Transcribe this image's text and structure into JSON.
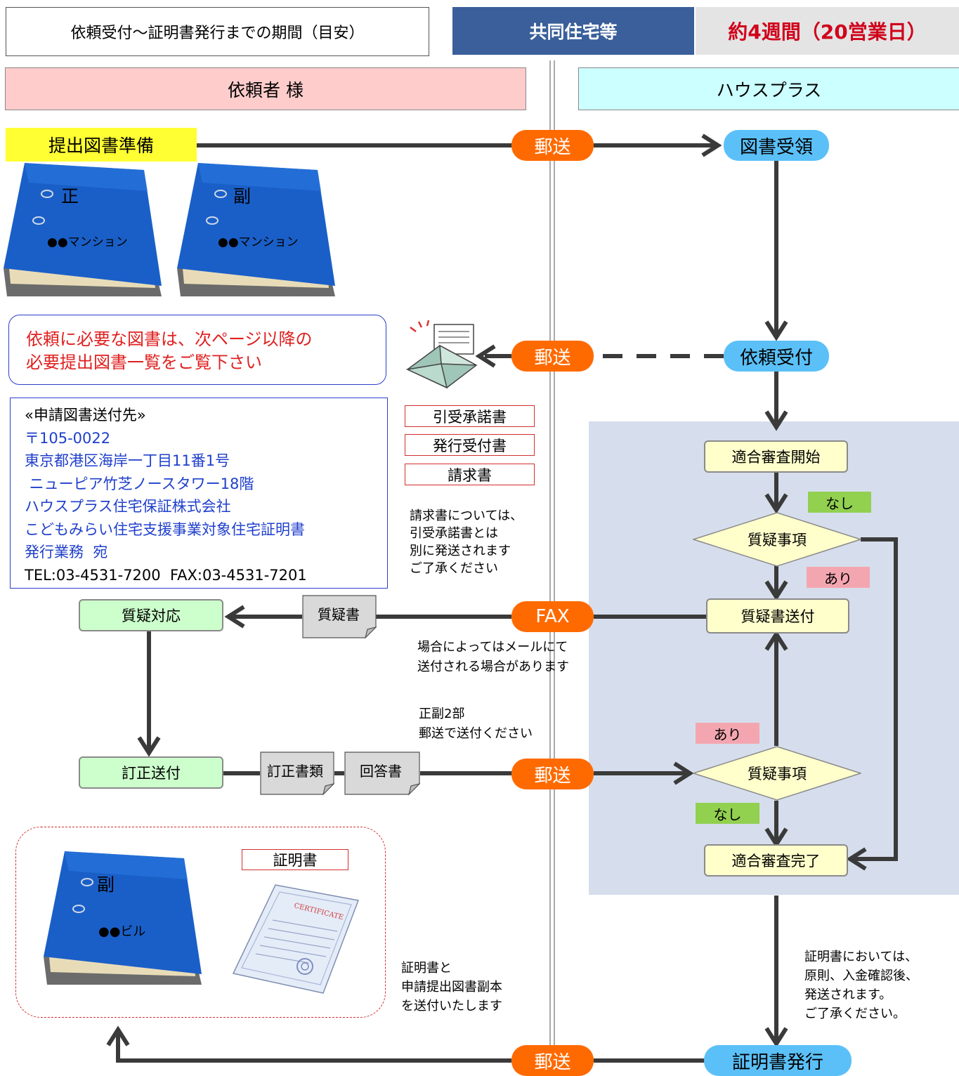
{
  "header": {
    "period_label": "依頼受付～証明書発行までの期間（目安）",
    "category": "共同住宅等",
    "duration": "約4週間（20営業日）"
  },
  "lanes": {
    "client": "依頼者 様",
    "houseplus": "ハウスプラス"
  },
  "client": {
    "prepare": "提出図書準備",
    "binder_main_mark": "正",
    "binder_sub_mark": "副",
    "binder_label": "●●マンション",
    "notice": "依頼に必要な図書は、次ページ以降の\n必要提出図書一覧をご覧下さい",
    "address_title": "«申請図書送付先»",
    "address_lines": [
      "〒105-0022",
      "東京都港区海岸一丁目11番1号",
      " ニューピア竹芝ノースタワー18階",
      "ハウスプラス住宅保証株式会社",
      "こどもみらい住宅支援事業対象住宅証明書",
      "発行業務  宛"
    ],
    "address_tel": "TEL:03-4531-7200  FAX:03-4531-7201",
    "qa_response": "質疑対応",
    "correction_send": "訂正送付",
    "final_binder_mark": "副",
    "final_binder_label": "●●ビル",
    "certificate_tag": "証明書",
    "certificate_stamp": "CERTIFICATE"
  },
  "center": {
    "mail_1": "郵送",
    "mail_2": "郵送",
    "fax": "FAX",
    "mail_3": "郵送",
    "mail_4": "郵送",
    "docs": [
      "引受承諾書",
      "発行受付書",
      "請求書"
    ],
    "invoice_note": "請求書については、\n引受承諾書とは\n別に発送されます\nご了承ください",
    "qa_doc": "質疑書",
    "email_note": "場合によってはメールにて\n送付される場合があります",
    "copies_note": "正副2部\n郵送で送付ください",
    "correction_doc": "訂正書類",
    "answer_doc": "回答書",
    "final_note": "証明書と\n申請提出図書副本\nを送付いたします"
  },
  "houseplus": {
    "receive": "図書受領",
    "accept": "依頼受付",
    "review_start": "適合審査開始",
    "question_1": "質疑事項",
    "none_1": "なし",
    "yes_1": "あり",
    "send_qa": "質疑書送付",
    "yes_2": "あり",
    "question_2": "質疑事項",
    "none_2": "なし",
    "review_done": "適合審査完了",
    "cert_note": "証明書においては、\n原則、入金確認後、\n発送されます。\nご了承ください。",
    "issue": "証明書発行"
  },
  "colors": {
    "header_blue": "#3A5F9A",
    "header_red": "#D0021B",
    "client_lane": "#FFCCCC",
    "houseplus_lane": "#CCFFFF",
    "mail_orange": "#FF6A00",
    "step_blue": "#5BC0F8",
    "review_panel": "#D6DEED",
    "highlight_yellow": "#FFFF33",
    "address_blue": "#1F3FCC"
  }
}
